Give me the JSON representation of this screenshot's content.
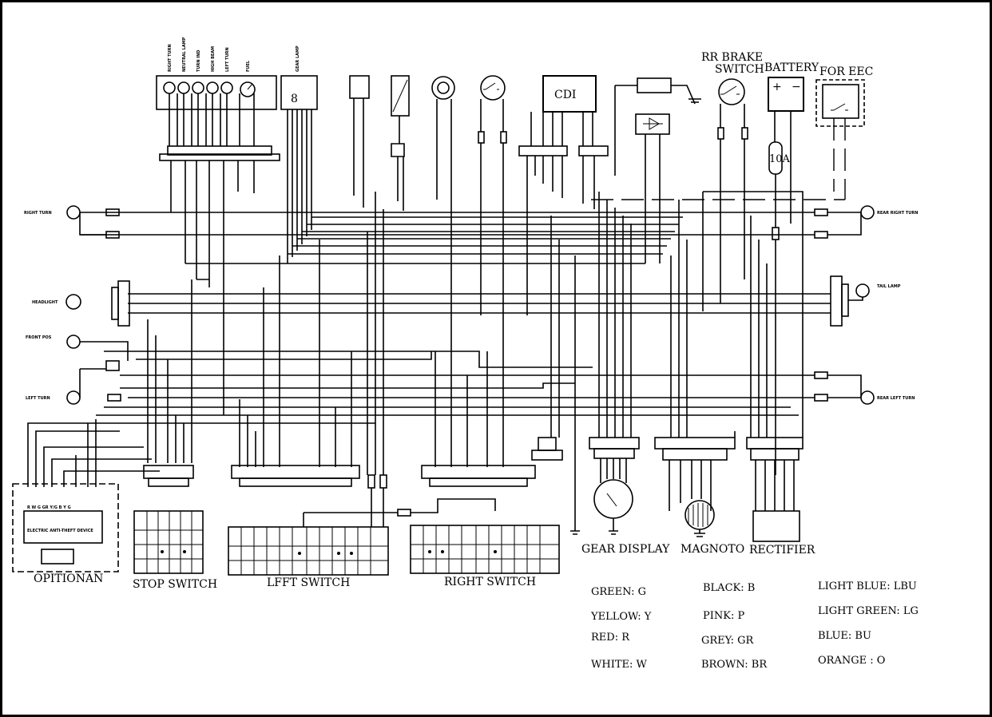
{
  "components": {
    "rr_brake_switch": "RR BRAKE\nSWITCH",
    "battery": "BATTERY",
    "battery_plus": "+",
    "battery_minus": "−",
    "for_eec": "FOR EEC",
    "cdi": "CDI",
    "fuse": "10A",
    "gear_display": "GEAR DISPLAY",
    "magnoto": "MAGNOTO",
    "rectifier": "RECTIFIER",
    "optionan": "OPITIONAN",
    "stop_switch": "STOP SWITCH",
    "left_switch": "LFFT SWITCH",
    "right_switch": "RIGHT SWITCH"
  },
  "legend": [
    {
      "text": "GREEN: G"
    },
    {
      "text": "YELLOW: Y"
    },
    {
      "text": "RED: R"
    },
    {
      "text": "WHITE: W"
    },
    {
      "text": "BLACK: B"
    },
    {
      "text": "PINK: P"
    },
    {
      "text": "GREY: GR"
    },
    {
      "text": "BROWN: BR"
    },
    {
      "text": "LIGHT BLUE: LBU"
    },
    {
      "text": "LIGHT GREEN: LG"
    },
    {
      "text": "BLUE: BU"
    },
    {
      "text": "ORANGE : O"
    }
  ]
}
